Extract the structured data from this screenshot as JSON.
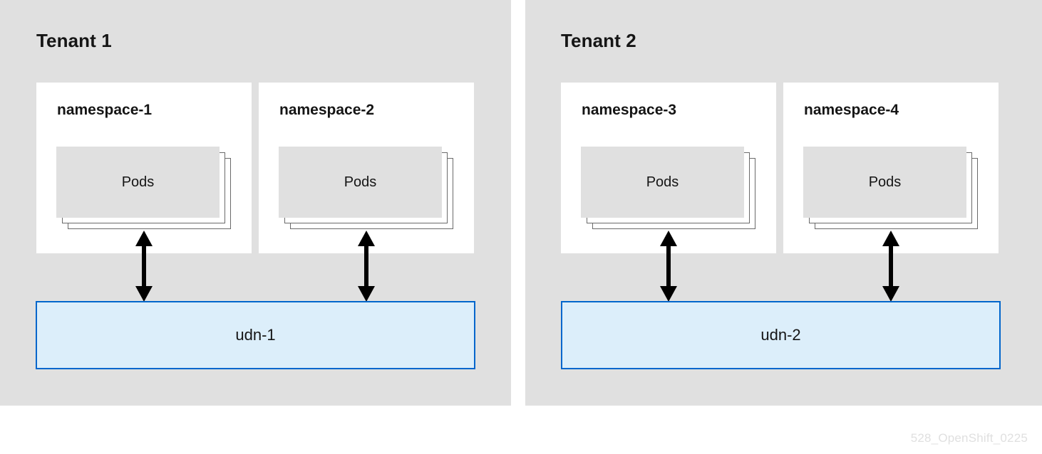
{
  "diagram": {
    "watermark": "528_OpenShift_0225",
    "colors": {
      "background": "#ffffff",
      "tenant_panel": "#e0e0e0",
      "namespace_card": "#ffffff",
      "pods_card": "#e0e0e0",
      "pods_card_border": "#6a6a6a",
      "udn_fill": "#dceefa",
      "udn_border": "#0066cc",
      "text": "#151515",
      "watermark": "#e0e0e0",
      "arrow": "#000000"
    }
  },
  "tenants": [
    {
      "title": "Tenant 1",
      "namespaces": [
        {
          "title": "namespace-1",
          "pods_label": "Pods"
        },
        {
          "title": "namespace-2",
          "pods_label": "Pods"
        }
      ],
      "udn": {
        "label": "udn-1"
      }
    },
    {
      "title": "Tenant 2",
      "namespaces": [
        {
          "title": "namespace-3",
          "pods_label": "Pods"
        },
        {
          "title": "namespace-4",
          "pods_label": "Pods"
        }
      ],
      "udn": {
        "label": "udn-2"
      }
    }
  ]
}
